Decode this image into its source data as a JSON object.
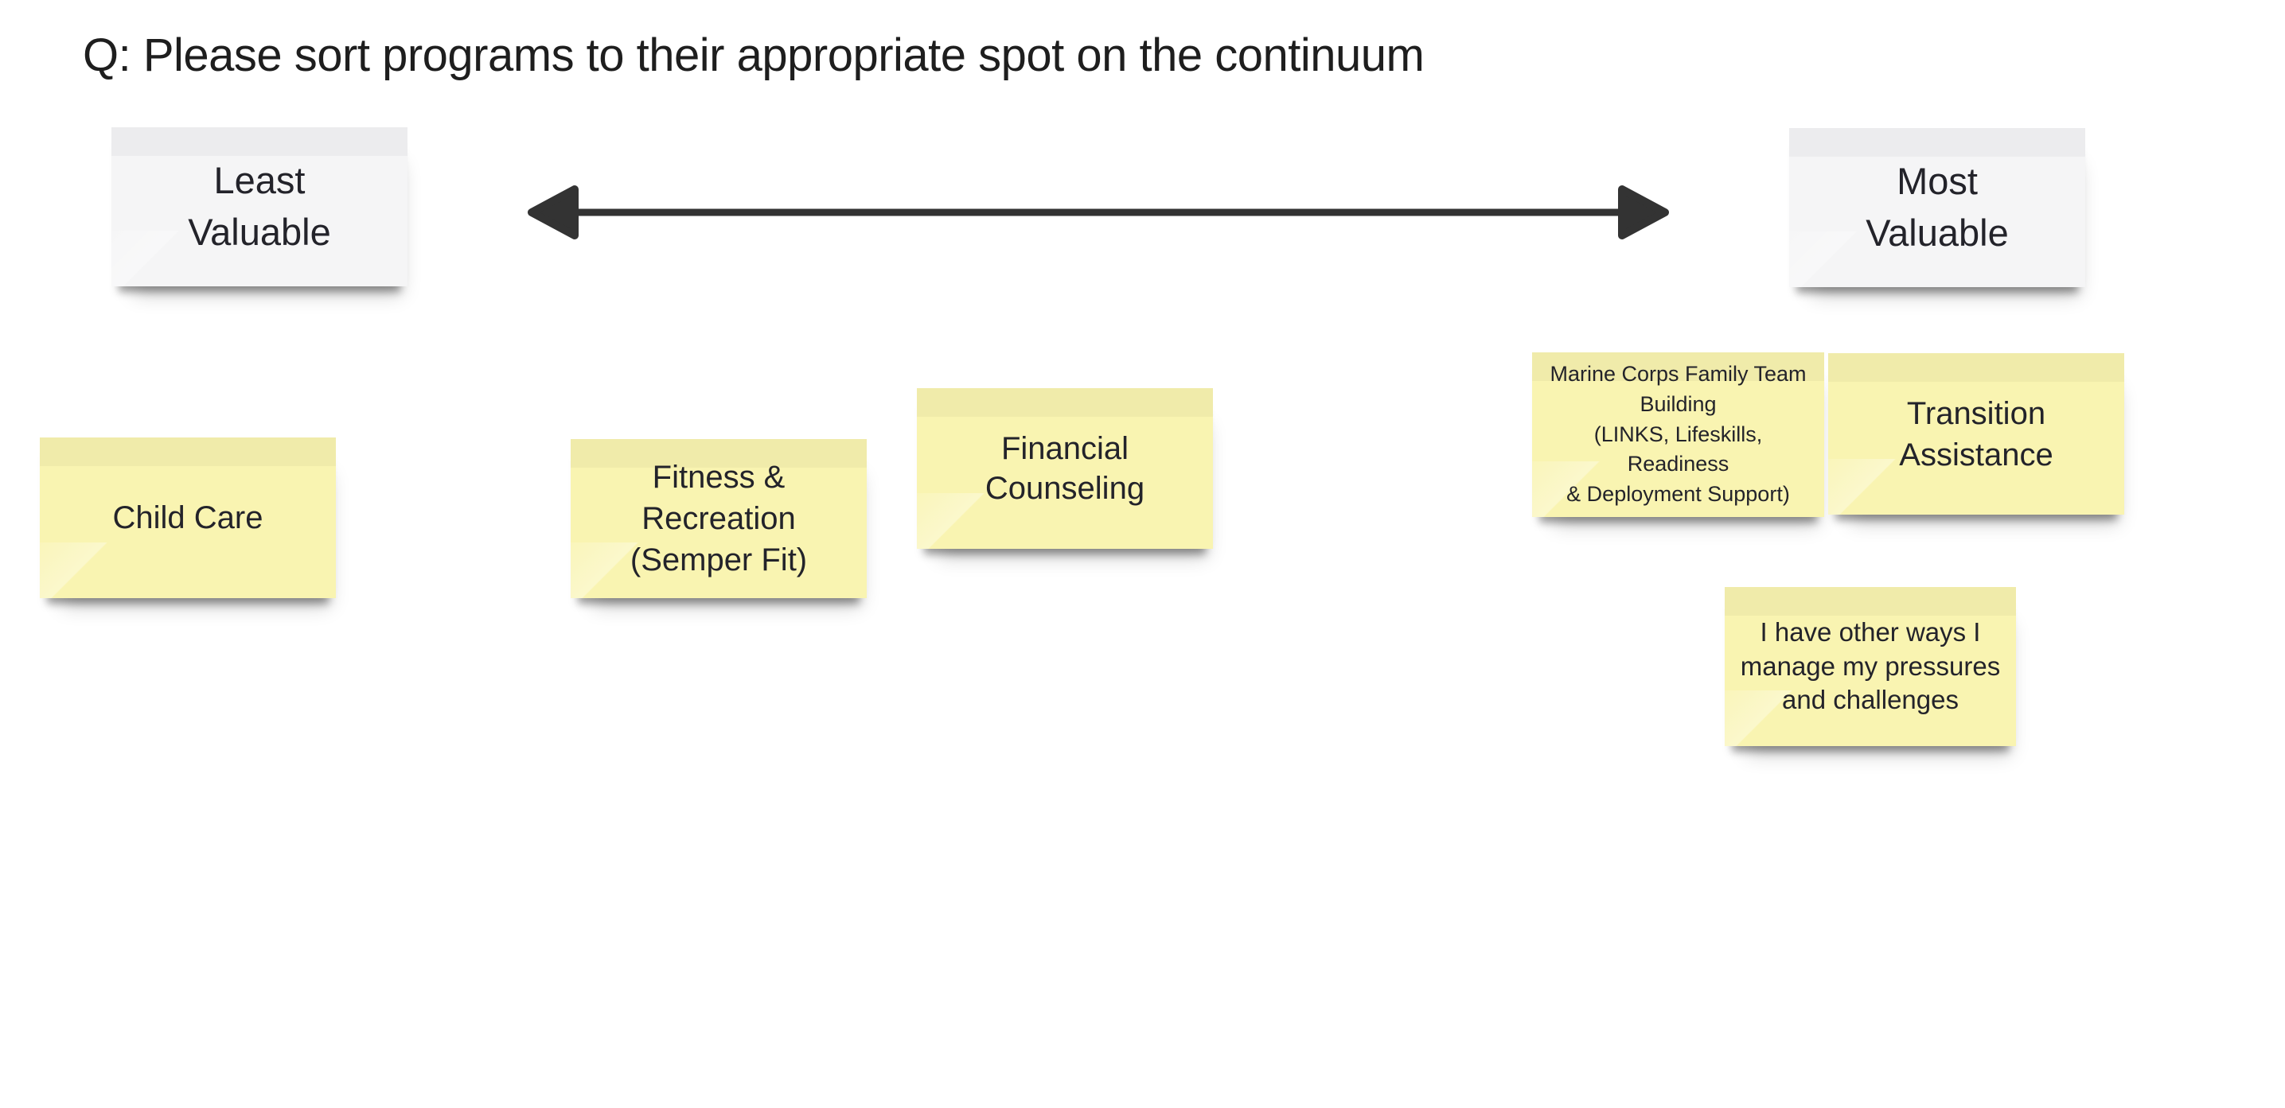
{
  "title": {
    "text": "Q: Please sort programs to their appropriate spot on the continuum"
  },
  "continuum": {
    "left_anchor": {
      "label": "Least Valuable",
      "lines": [
        "Least",
        "Valuable"
      ]
    },
    "right_anchor": {
      "label": "Most Valuable",
      "lines": [
        "Most",
        "Valuable"
      ]
    },
    "arrow": {
      "direction": "double-headed",
      "color": "#333333"
    }
  },
  "notes": [
    {
      "id": "child-care",
      "lines": [
        "Child Care"
      ]
    },
    {
      "id": "fitness-recreation",
      "lines": [
        "Fitness & Recreation",
        "(Semper Fit)"
      ]
    },
    {
      "id": "financial-counseling",
      "lines": [
        "Financial Counseling"
      ]
    },
    {
      "id": "marine-corps-family-team-building",
      "lines": [
        "Marine Corps Family Team",
        "Building",
        "(LINKS, Lifeskills, Readiness",
        "& Deployment Support)"
      ]
    },
    {
      "id": "transition-assistance",
      "lines": [
        "Transition",
        "Assistance"
      ]
    },
    {
      "id": "other-ways",
      "lines": [
        "I have other ways I",
        "manage my pressures",
        "and challenges"
      ]
    }
  ],
  "colors": {
    "background": "#ffffff",
    "note_yellow": "#f9f4b1",
    "note_white": "#f5f5f6",
    "arrow": "#333333",
    "text": "#23232a"
  }
}
